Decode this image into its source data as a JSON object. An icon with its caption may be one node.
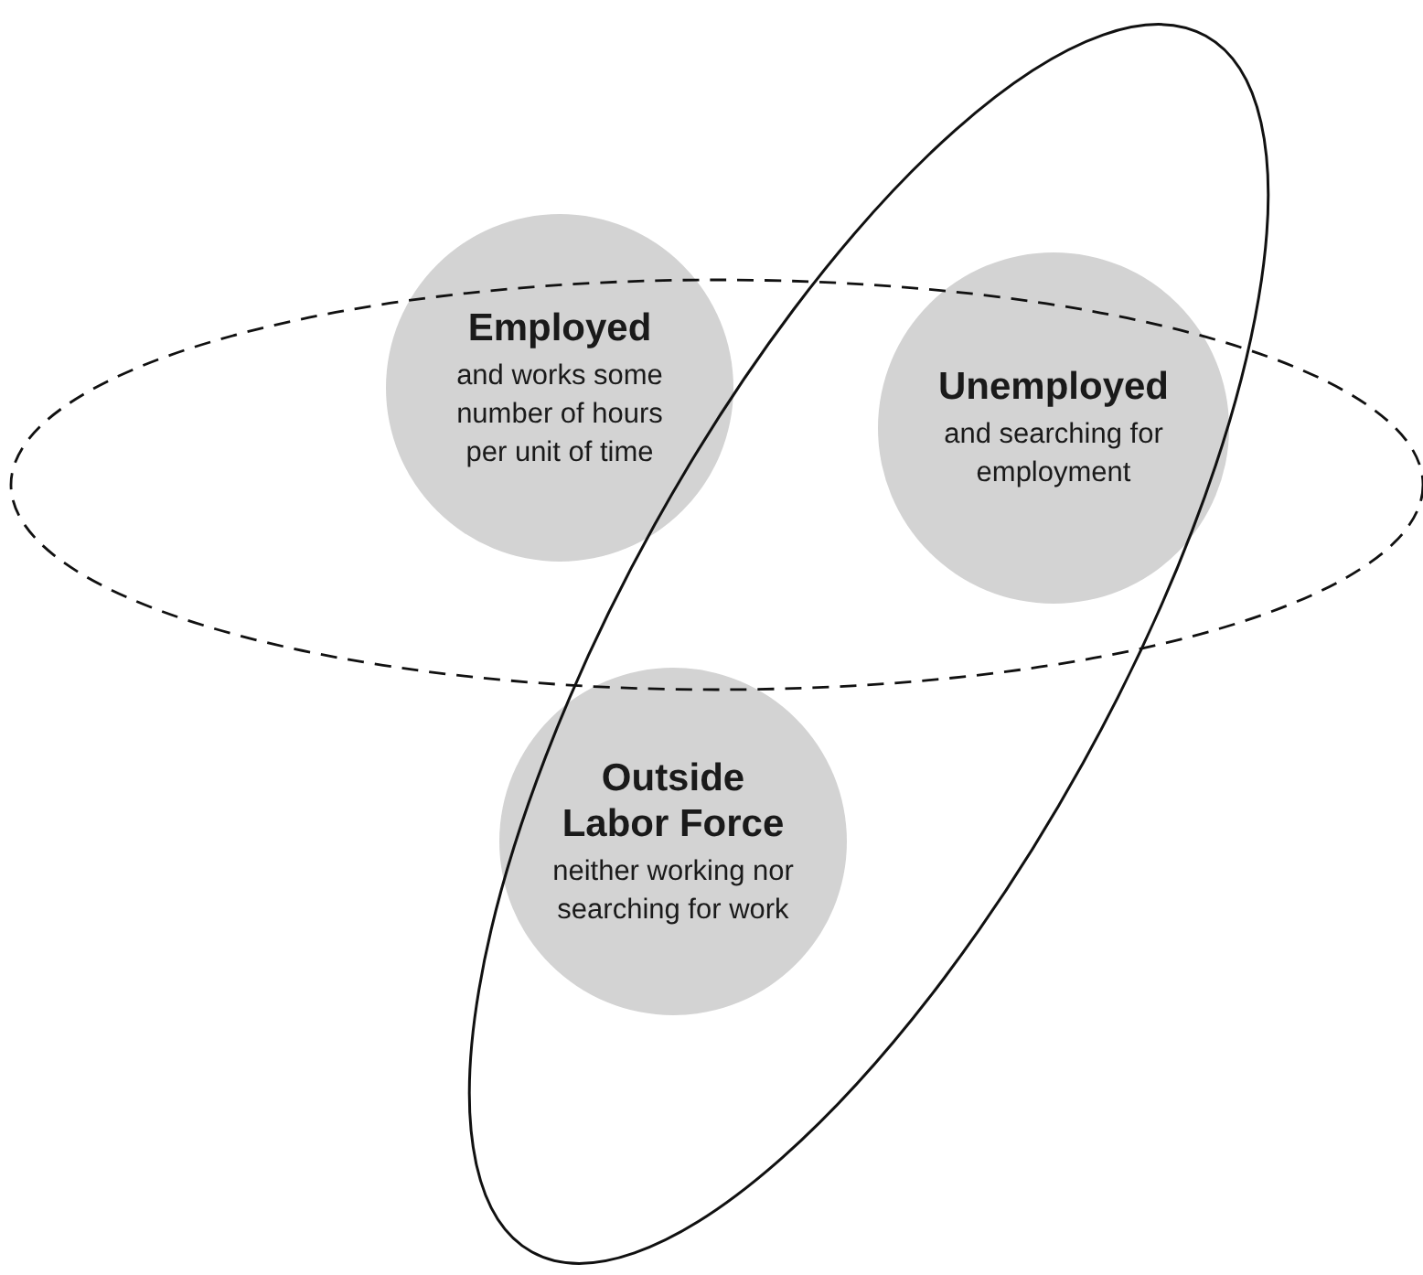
{
  "diagram": {
    "nodes": [
      {
        "text": [
          "Employed",
          "and works some number of hours per unit of time"
        ]
      },
      {
        "text": [
          "Unemployed",
          "and searching for employment"
        ]
      },
      {
        "text": [
          "Outside Labor Force",
          "neither working nor searching for work"
        ]
      }
    ],
    "edges": []
  }
}
